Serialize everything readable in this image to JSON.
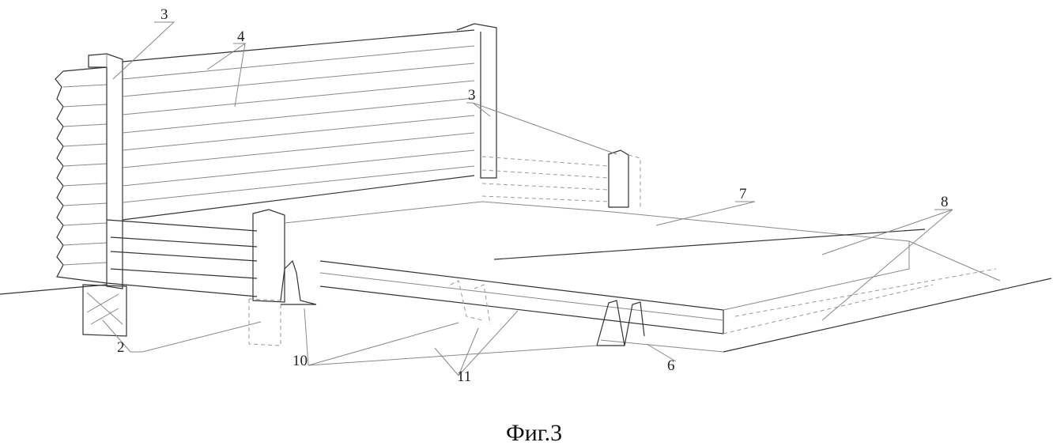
{
  "figure": {
    "caption": "Фиг.3",
    "labels": {
      "post_left": "3",
      "boards": "4",
      "posts_right": "3",
      "slab": "7",
      "slab_edges": "8",
      "foundation": "2",
      "supports": "10",
      "beams": "11",
      "base": "6"
    }
  }
}
